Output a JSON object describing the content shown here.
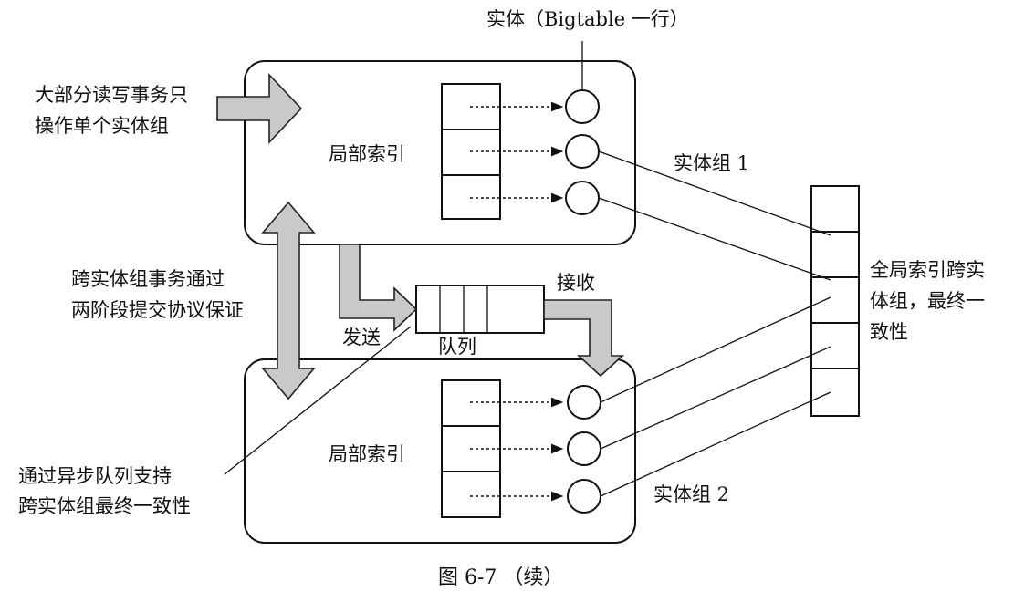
{
  "diagram": {
    "entity_label": "实体（Bigtable 一行）",
    "local_index_top": "局部索引",
    "local_index_bottom": "局部索引",
    "entity_group_1": "实体组 1",
    "entity_group_2": "实体组 2",
    "most_rw_line1": "大部分读写事务只",
    "most_rw_line2": "操作单个实体组",
    "cross_tx_line1": "跨实体组事务通过",
    "cross_tx_line2": "两阶段提交协议保证",
    "send": "发送",
    "receive": "接收",
    "queue": "队列",
    "async_line1": "通过异步队列支持",
    "async_line2": "跨实体组最终一致性",
    "global_line1": "全局索引跨实",
    "global_line2": "体组，最终一",
    "global_line3": "致性"
  },
  "caption": "图 6-7 （续）"
}
